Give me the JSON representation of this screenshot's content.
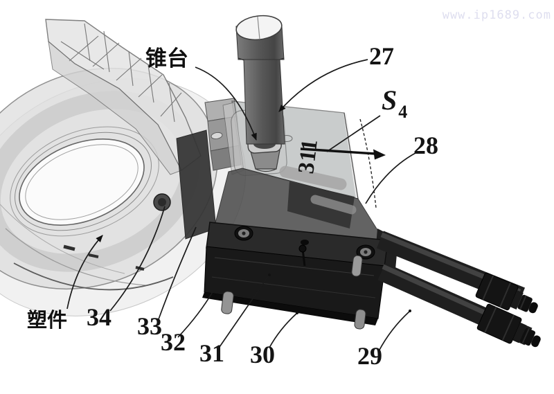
{
  "watermark": {
    "text": "www.ip1689.com",
    "color": "#dedeef"
  },
  "figure": {
    "callouts": {
      "cone": {
        "label": "锥台"
      },
      "plastic_part": {
        "label": "塑件"
      },
      "n27": {
        "label": "27"
      },
      "s4": {
        "base": "S",
        "subscript": "4"
      },
      "n28": {
        "label": "28"
      },
      "n311": {
        "label": "311"
      },
      "n34": {
        "label": "34"
      },
      "n33": {
        "label": "33"
      },
      "n32": {
        "label": "32"
      },
      "n31": {
        "label": "31"
      },
      "n30": {
        "label": "30"
      },
      "n29": {
        "label": "29"
      }
    },
    "colors": {
      "background": "#ffffff",
      "line_art": "#1a1a1a",
      "watermark": "#dedeef",
      "plastic_part_gray": "#dedede",
      "mold_top_gray": "#a9adad",
      "mold_mid_gray": "#4e4e4e",
      "clamp_plate_dark": "#262626",
      "lower_block_dark": "#191919",
      "hose_black": "#1f1f1f",
      "cylinder_gray": "#5a5a5a"
    }
  }
}
